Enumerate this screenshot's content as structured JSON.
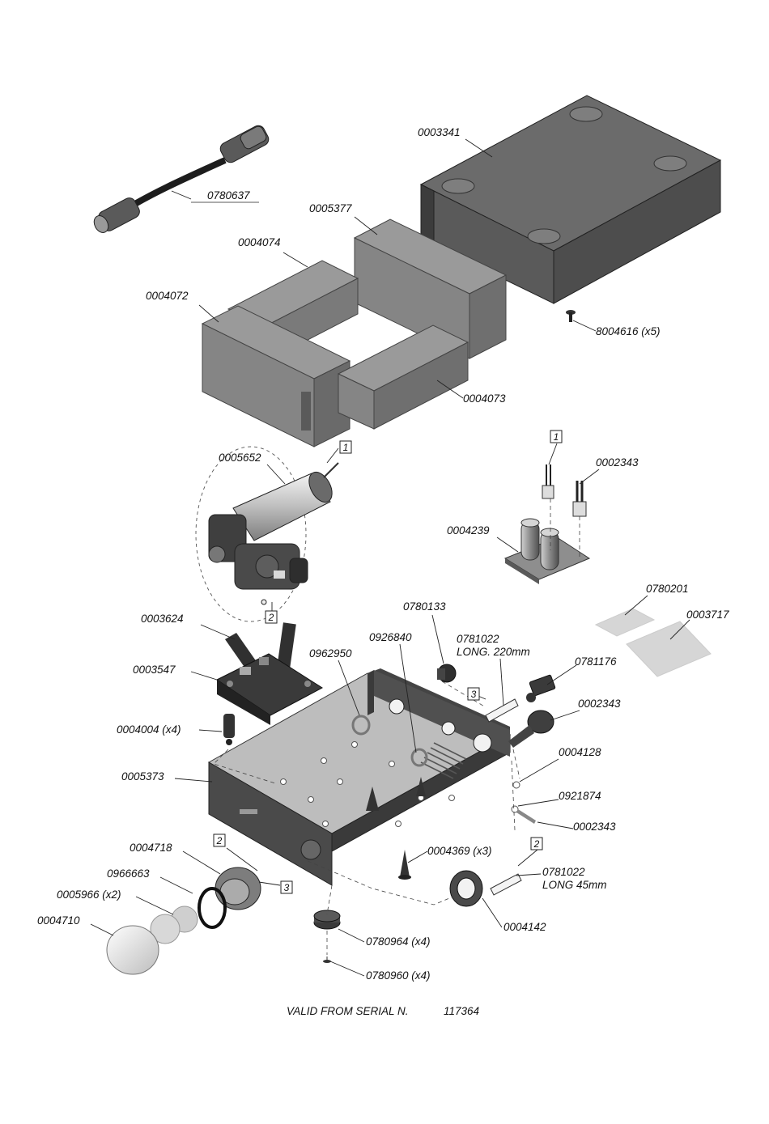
{
  "labels": {
    "p0780637": "0780637",
    "p0003341": "0003341",
    "p0005377": "0005377",
    "p0004074": "0004074",
    "p0004072": "0004072",
    "p8004616": "8004616 (x5)",
    "p0004073": "0004073",
    "p0005652": "0005652",
    "p0002343a": "0002343",
    "p0004239": "0004239",
    "p0780201": "0780201",
    "p0003717": "0003717",
    "p0003624": "0003624",
    "p0780133": "0780133",
    "p0926840": "0926840",
    "p0962950": "0962950",
    "p0781022a_1": "0781022",
    "p0781022a_2": "LONG. 220mm",
    "p0781176": "0781176",
    "p0003547": "0003547",
    "p0002343b": "0002343",
    "p0004004": "0004004 (x4)",
    "p0004128": "0004128",
    "p0005373": "0005373",
    "p0921874": "0921874",
    "p0002343c": "0002343",
    "p0004718": "0004718",
    "p0004369": "0004369 (x3)",
    "p0966663": "0966663",
    "p0781022b_1": "0781022",
    "p0781022b_2": "LONG 45mm",
    "p0005966": "0005966 (x2)",
    "p0004710": "0004710",
    "p0004142": "0004142",
    "p0780964": "0780964 (x4)",
    "p0780960": "0780960 (x4)"
  },
  "callouts": {
    "c1a": "1",
    "c1b": "1",
    "c2a": "2",
    "c2b": "2",
    "c2c": "2",
    "c3a": "3",
    "c3b": "3"
  },
  "footer": {
    "validity": "VALID FROM SERIAL N.",
    "serial": "117364"
  }
}
